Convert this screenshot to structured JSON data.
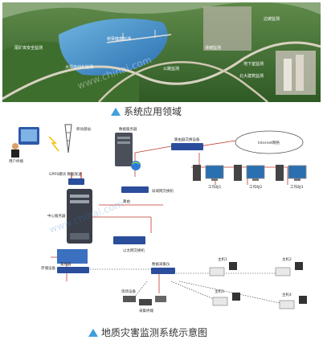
{
  "top_panel": {
    "caption": "系统应用领域",
    "labels": [
      "尾矿库安全监测",
      "桥梁健康监测",
      "大坝自动化监测",
      "公路监测",
      "滑坡监测",
      "边坡监测",
      "地下室监测",
      "北大建筑监测"
    ],
    "watermark": "www.chinai.com"
  },
  "bottom_panel": {
    "caption": "地质灾害监测系统示意图",
    "labels": {
      "user": "用户终端",
      "cell_tower": "移动基站",
      "gprs": "GPRS模块 数据发送",
      "server_top": "数据服务器",
      "switch_top": "局域网交换机",
      "router": "路由器交换设备",
      "internet": "Internet网络",
      "ws1": "工作站1",
      "ws2": "工作站2",
      "ws3": "工作站3",
      "main_server": "中心服务器",
      "route": "路由",
      "net_switch": "以太网交换机",
      "collector": "数据采集仪",
      "storage": "存储设备",
      "hub": "集线器",
      "node1": "主机1",
      "node2": "主机2",
      "node3": "主机3",
      "node4": "主机4",
      "field": "现场设备",
      "field2": "采集终端"
    },
    "watermark": "www.chinai.com"
  }
}
